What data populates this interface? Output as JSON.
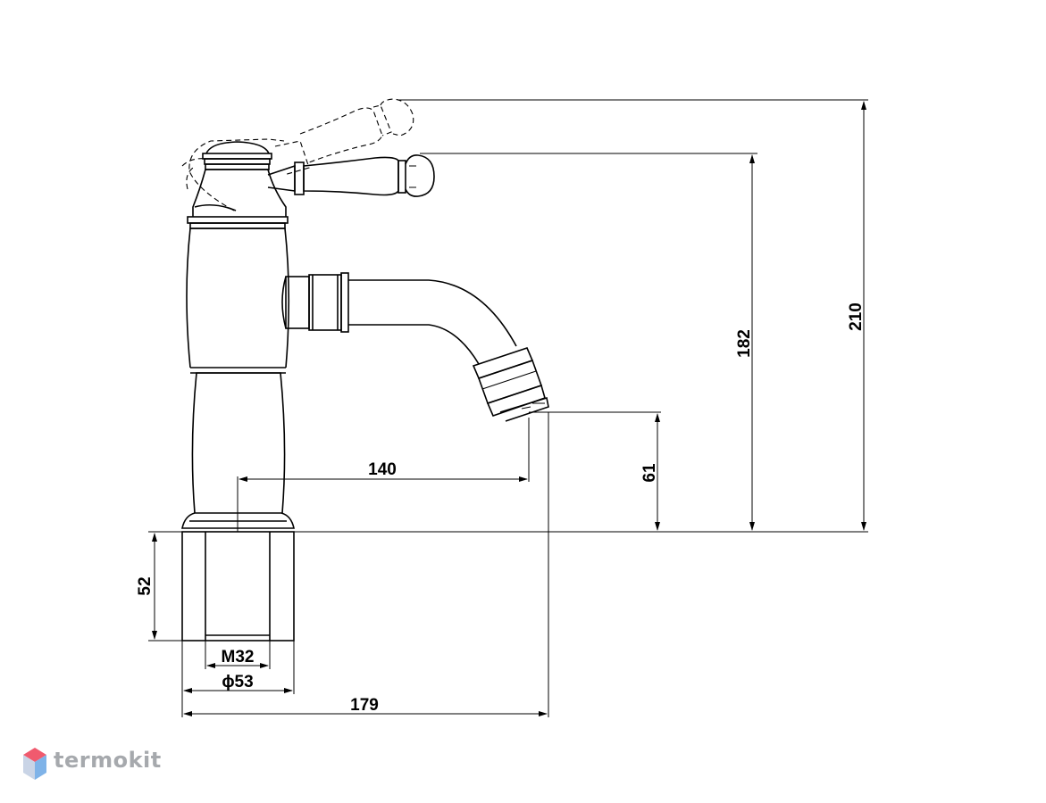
{
  "dimensions": {
    "total_height": "210",
    "handle_height": "182",
    "spout_height": "61",
    "spout_reach": "140",
    "total_length": "179",
    "shank_length": "52",
    "thread": "M32",
    "base_diameter": "ϕ53"
  },
  "brand": {
    "name": "termokit",
    "colors": {
      "top": "#f05a6e",
      "right": "#7fb3e8",
      "left": "#c9d4e6",
      "text": "#a6a9ad"
    }
  }
}
